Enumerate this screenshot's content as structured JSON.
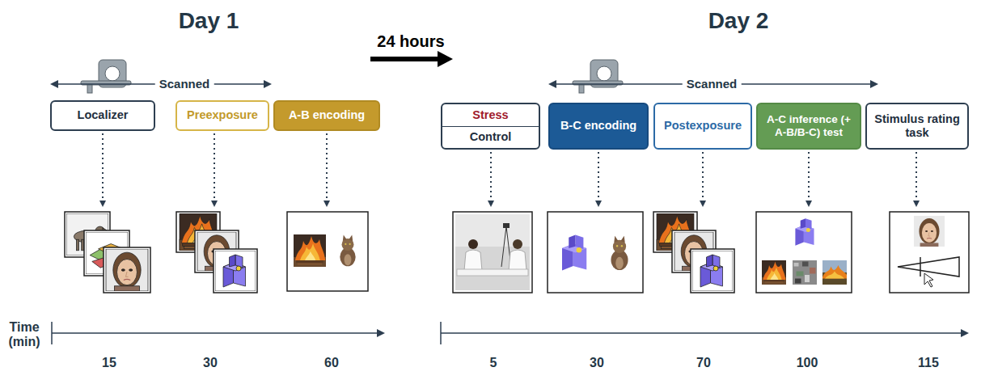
{
  "diagram": {
    "nodes": [
      {
        "text": [
          "Localizer"
        ]
      },
      {
        "text": [
          "Preexposure"
        ]
      },
      {
        "text": [
          "A-B encoding"
        ]
      },
      {
        "text": [
          "Stress",
          "Control"
        ]
      },
      {
        "text": [
          "B-C encoding"
        ]
      },
      {
        "text": [
          "Postexposure"
        ]
      },
      {
        "text": [
          "A-C inference (+ A-B/B-C) test"
        ]
      },
      {
        "text": [
          "Stimulus rating task"
        ]
      }
    ],
    "labels": [
      "Day 1",
      "Day 2",
      "24 hours",
      "Scanned",
      "Scanned",
      "Time (min)",
      "15",
      "30",
      "60",
      "5",
      "30",
      "70",
      "100",
      "115"
    ]
  }
}
